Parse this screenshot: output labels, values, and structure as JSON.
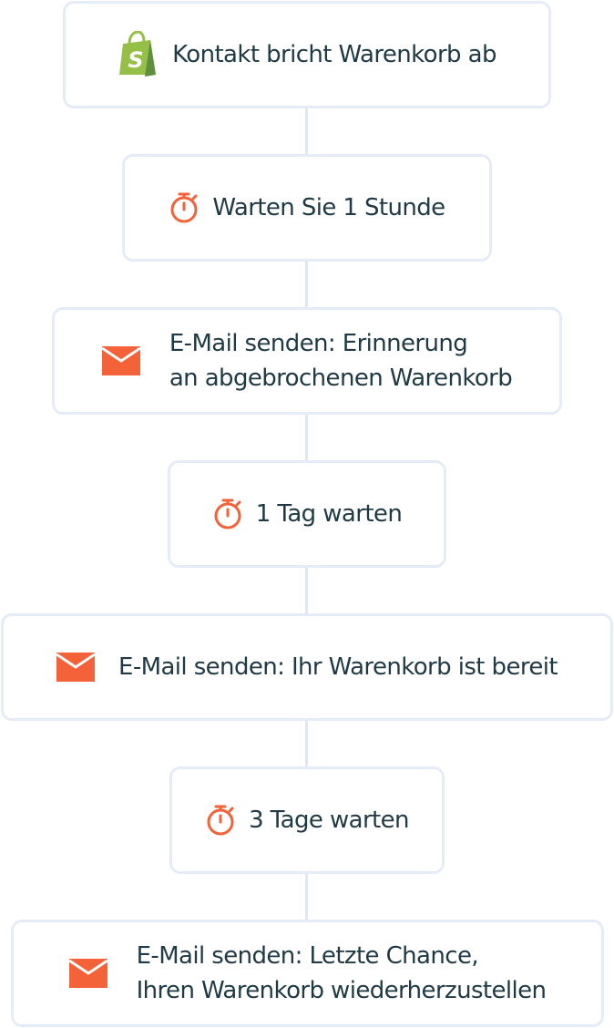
{
  "workflow": {
    "steps": [
      {
        "type": "trigger",
        "icon": "shopify-bag-icon",
        "lines": [
          "Kontakt bricht Warenkorb ab"
        ]
      },
      {
        "type": "wait",
        "icon": "stopwatch-icon",
        "lines": [
          "Warten Sie 1 Stunde"
        ]
      },
      {
        "type": "email",
        "icon": "envelope-icon",
        "lines": [
          "E-Mail senden: Erinnerung",
          "an abgebrochenen Warenkorb"
        ]
      },
      {
        "type": "wait",
        "icon": "stopwatch-icon",
        "lines": [
          "1 Tag warten"
        ]
      },
      {
        "type": "email",
        "icon": "envelope-icon",
        "lines": [
          "E-Mail senden: Ihr Warenkorb ist bereit"
        ]
      },
      {
        "type": "wait",
        "icon": "stopwatch-icon",
        "lines": [
          "3 Tage warten"
        ]
      },
      {
        "type": "email",
        "icon": "envelope-icon",
        "lines": [
          "E-Mail senden: Letzte Chance,",
          "Ihren Warenkorb wiederherzustellen"
        ]
      }
    ]
  },
  "colors": {
    "text": "#1f3a45",
    "accent_orange": "#f4623a",
    "shopify_green": "#95bf47",
    "shopify_dark_green": "#5e8e3e",
    "card_border": "#e6ecf7",
    "connector": "#dfe7f6"
  }
}
